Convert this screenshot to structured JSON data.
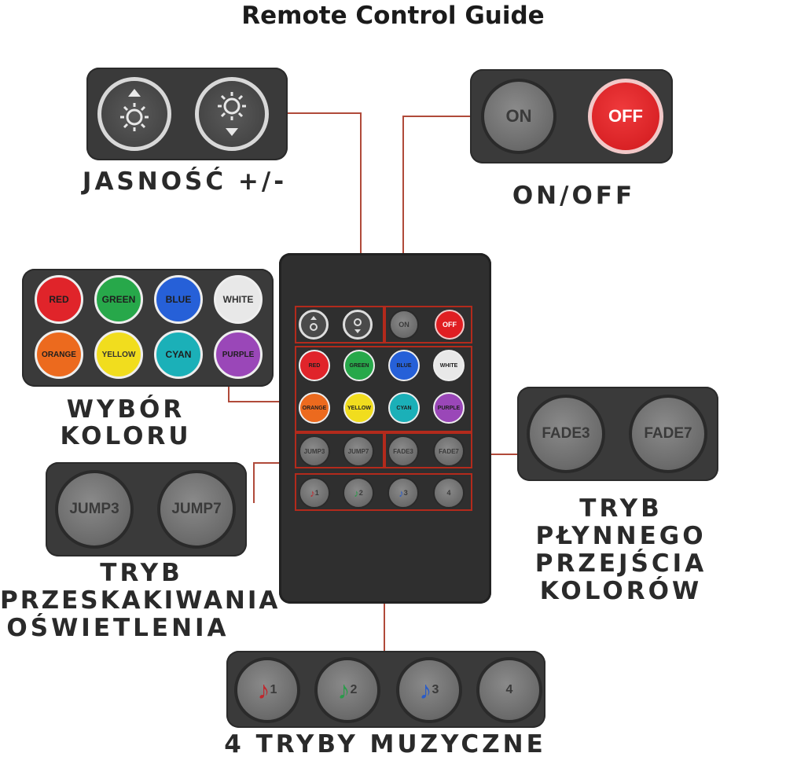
{
  "title": "Remote Control Guide",
  "captions": {
    "brightness": "JASNOŚĆ +/-",
    "onoff": "ON/OFF",
    "color_line1": "WYBÓR",
    "color_line2": "KOLORU",
    "fade_line1": "TRYB",
    "fade_line2": "PŁYNNEGO",
    "fade_line3": "PRZEJŚCIA",
    "fade_line4": "KOLORÓW",
    "jump_line1": "TRYB",
    "jump_line2": "PRZESKAKIWANIA",
    "jump_line3": "OŚWIETLENIA",
    "music": "4 TRYBY MUZYCZNE"
  },
  "buttons": {
    "on": "ON",
    "off": "OFF",
    "colors": [
      {
        "label": "RED",
        "color": "#e0242a"
      },
      {
        "label": "GREEN",
        "color": "#27a84a"
      },
      {
        "label": "BLUE",
        "color": "#2660d8"
      },
      {
        "label": "WHITE",
        "color": "#e8e8e8"
      },
      {
        "label": "ORANGE",
        "color": "#ec6a1e"
      },
      {
        "label": "YELLOW",
        "color": "#f1dd1e"
      },
      {
        "label": "CYAN",
        "color": "#1bb0b8"
      },
      {
        "label": "PURPLE",
        "color": "#9a47b8"
      }
    ],
    "fade3": "FADE3",
    "fade7": "FADE7",
    "jump3": "JUMP3",
    "jump7": "JUMP7",
    "remote_jump3": "JUMP3",
    "remote_jump7": "JUMP7",
    "remote_fade3": "FADE3",
    "remote_fade7": "FADE7",
    "music": [
      "1",
      "2",
      "3",
      "4"
    ]
  },
  "colors": {
    "connector": "#b04a3a",
    "panel": "#3a3a3a",
    "note_red": "#c0272d",
    "note_green": "#2a9a4a",
    "note_blue": "#2a5cc8",
    "off_red": "#e01e22"
  }
}
